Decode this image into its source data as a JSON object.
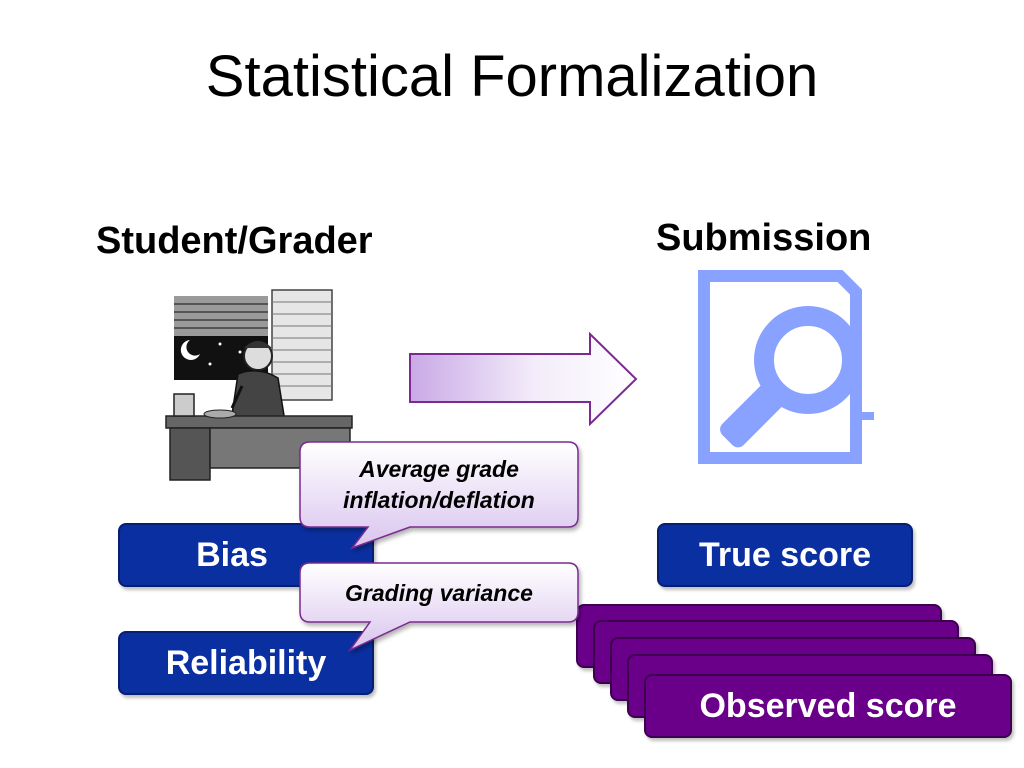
{
  "slide": {
    "title": "Statistical Formalization",
    "left_heading": "Student/Grader",
    "right_heading": "Submission"
  },
  "labels": {
    "bias": "Bias",
    "reliability": "Reliability",
    "true_score": "True score",
    "observed_score": "Observed score"
  },
  "callouts": {
    "bias_note_line1": "Average grade",
    "bias_note_line2": "inflation/deflation",
    "reliability_note": "Grading variance"
  },
  "colors": {
    "pill_blue": "#0a2fa0",
    "observed_purple": "#6a008a",
    "doc_icon_blue": "#8aa2ff",
    "arrow_lavender": "#c9a9e6"
  },
  "icons": {
    "grader": "grader-clipart-icon",
    "submission": "document-magnifier-icon",
    "flow": "right-arrow-icon"
  }
}
